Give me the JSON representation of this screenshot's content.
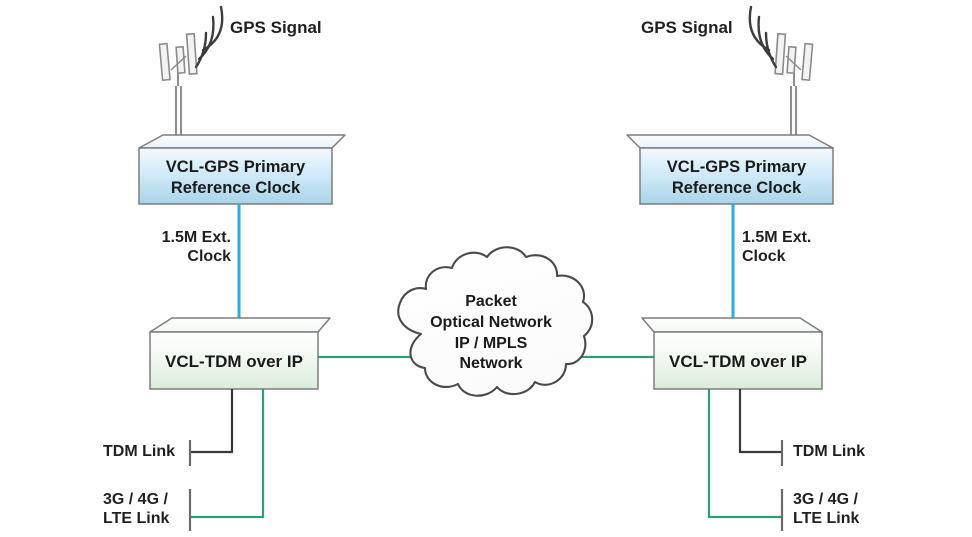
{
  "diagram": {
    "title": "VCL-TDM over IP network synchronization diagram",
    "colors": {
      "clock_line": "#2aaee0",
      "packet_line": "#2e9e74",
      "tdm_line": "#3a3a3a",
      "gps_box_fill_top": "#f2f9fd",
      "gps_box_fill_bottom": "#a8d3ea",
      "tdm_box_fill_top": "#fbfdfb",
      "tdm_box_fill_bottom": "#d8ead8",
      "text": "#231f20",
      "outline": "#7b7b7b"
    }
  },
  "left": {
    "gps_signal_label": "GPS Signal",
    "gps_box_label": "VCL-GPS Primary\nReference Clock",
    "clock_label": "1.5M Ext.\nClock",
    "tdm_box_label": "VCL-TDM over IP",
    "tdm_link_label": "TDM Link",
    "mobile_link_label": "3G / 4G /\nLTE Link",
    "antenna_icon": "gps-antenna-icon"
  },
  "right": {
    "gps_signal_label": "GPS Signal",
    "gps_box_label": "VCL-GPS Primary\nReference Clock",
    "clock_label": "1.5M Ext.\nClock",
    "tdm_box_label": "VCL-TDM over IP",
    "tdm_link_label": "TDM Link",
    "mobile_link_label": "3G / 4G /\nLTE Link",
    "antenna_icon": "gps-antenna-icon"
  },
  "cloud": {
    "label": "Packet\nOptical Network\nIP / MPLS\nNetwork",
    "icon": "network-cloud-icon"
  }
}
